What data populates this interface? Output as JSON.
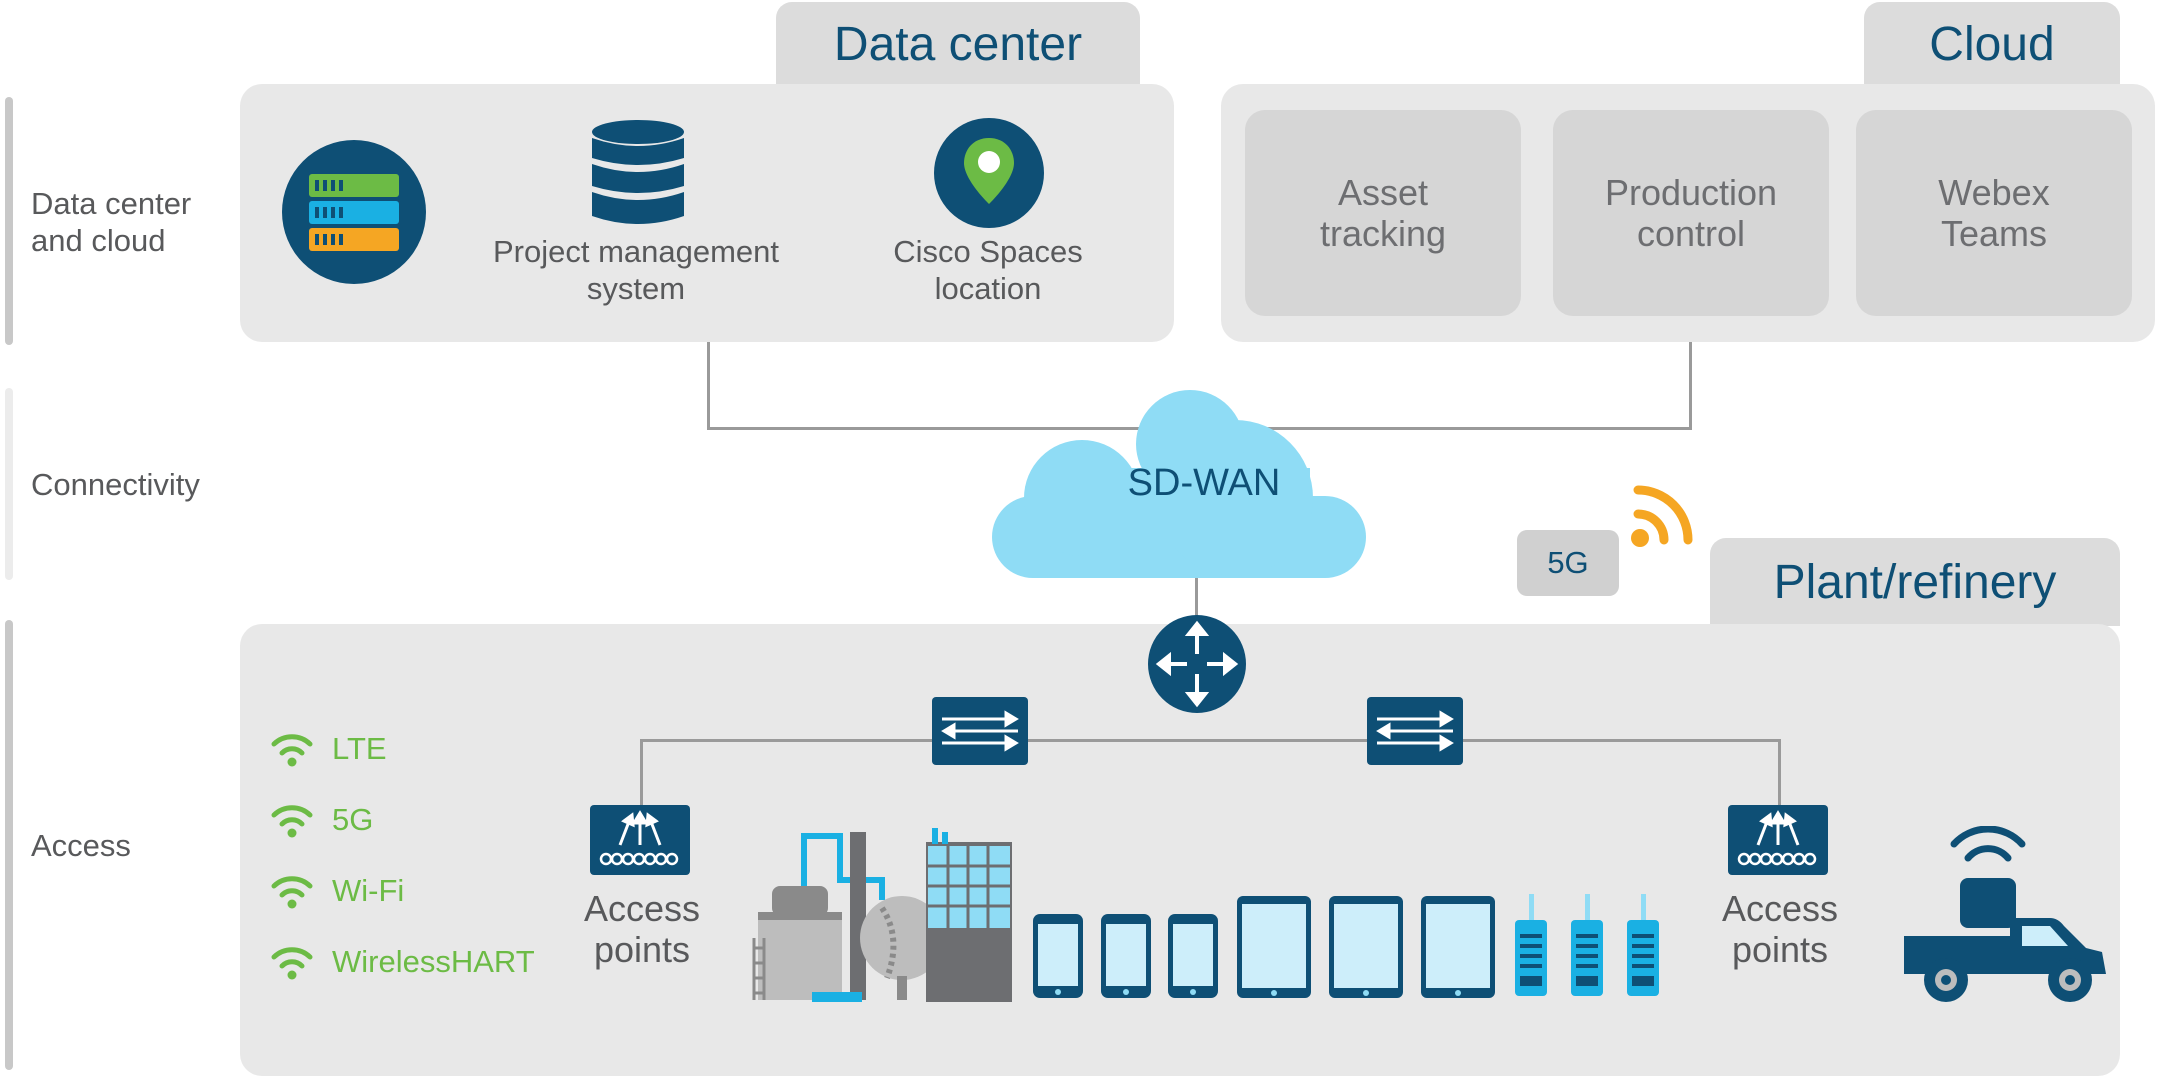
{
  "rows": {
    "dc_cloud": "Data center\nand cloud",
    "connectivity": "Connectivity",
    "access": "Access"
  },
  "tabs": {
    "data_center": "Data center",
    "cloud": "Cloud",
    "plant": "Plant/refinery"
  },
  "data_center": {
    "pms_label": "Project management\nsystem",
    "spaces_label": "Cisco Spaces\nlocation"
  },
  "cloud": {
    "boxes": [
      "Asset\ntracking",
      "Production\ncontrol",
      "Webex\nTeams"
    ]
  },
  "connectivity": {
    "sdwan": "SD-WAN",
    "fiveg": "5G"
  },
  "access": {
    "wireless": [
      "LTE",
      "5G",
      "Wi-Fi",
      "WirelessHART"
    ],
    "ap_left": "Access\npoints",
    "ap_right": "Access\npoints"
  },
  "colors": {
    "navy": "#0e4f75",
    "light_blue": "#8fdcf5",
    "cyan": "#1ab0e3",
    "green": "#6cbb45",
    "orange": "#f5a623",
    "gray_text": "#58595b"
  }
}
